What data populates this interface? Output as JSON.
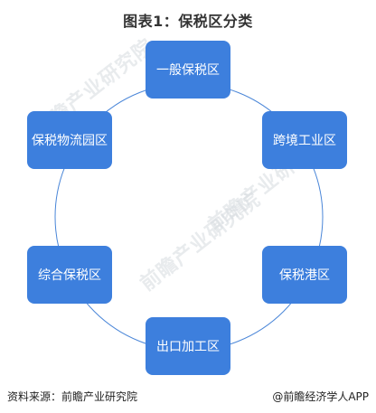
{
  "title": "图表1：保税区分类",
  "nodes": {
    "top": "一般保税区",
    "upper_right": "跨境工业区",
    "lower_right": "保税港区",
    "bottom": "出口加工区",
    "lower_left": "综合保税区",
    "upper_left": "保税物流园区"
  },
  "watermark": {
    "text": "前瞻产业研究院"
  },
  "footer": {
    "source": "资料来源：前瞻产业研究院",
    "credit": "@前瞻经济学人APP"
  },
  "colors": {
    "node_fill": "#3d7fdd",
    "ring_stroke": "#4a86d8"
  }
}
